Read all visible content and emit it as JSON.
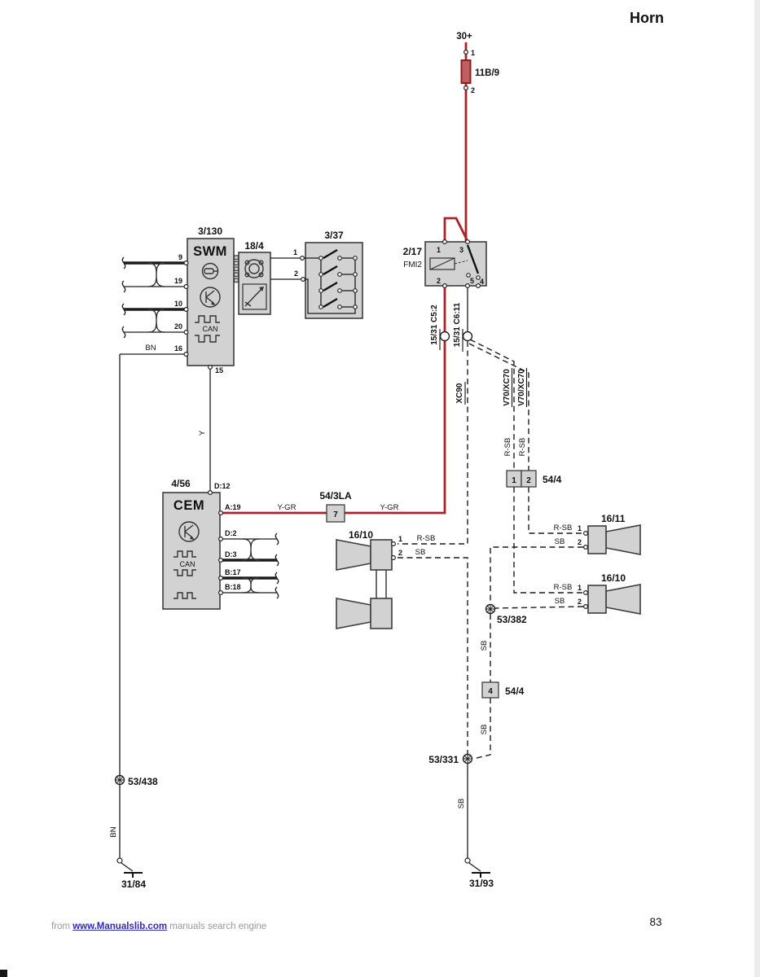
{
  "page": {
    "title": "Horn",
    "number": "83"
  },
  "footer": {
    "prefix": "from",
    "link": "www.Manualslib.com",
    "suffix": "manuals search engine"
  },
  "power": {
    "supply": "30+",
    "fuse_id": "11B/9",
    "pin1": "1",
    "pin2": "2"
  },
  "relay": {
    "id": "2/17",
    "name": "FMI2",
    "pin1": "1",
    "pin2": "2",
    "pin3": "3",
    "pin4": "4",
    "pin5": "5"
  },
  "swm": {
    "id": "3/130",
    "name": "SWM",
    "can_label": "CAN",
    "pin9": "9",
    "pin19": "19",
    "pin10": "10",
    "pin20": "20",
    "pin16": "16",
    "pin15": "15"
  },
  "clockspring": {
    "id": "18/4"
  },
  "horn_switch": {
    "id": "3/37",
    "pin1": "1",
    "pin2": "2"
  },
  "cem": {
    "id": "4/56",
    "name": "CEM",
    "can_label": "CAN",
    "pin_d12": "D:12",
    "pin_a19": "A:19",
    "pin_d2": "D:2",
    "pin_d3": "D:3",
    "pin_b17": "B:17",
    "pin_b18": "B:18"
  },
  "connectors": {
    "c52": "15/31 C5:2",
    "c611": "15/31 C6:11",
    "s54_3la": "54/3LA",
    "s54_3la_pin": "7",
    "s54_4": "54/4",
    "pin1": "1",
    "pin2": "2",
    "pin4": "4"
  },
  "wire_codes": {
    "y": "Y",
    "ygr": "Y-GR",
    "bn": "BN",
    "sb": "SB",
    "rsb": "R-SB"
  },
  "variants": {
    "xc90": "XC90",
    "v70xc70": "V70/XC70"
  },
  "horns": {
    "left_id": "16/10",
    "right_top_id": "16/11",
    "right_bottom_id": "16/10",
    "pin1": "1",
    "pin2": "2"
  },
  "splices": {
    "s438": "53/438",
    "s382": "53/382",
    "s331": "53/331"
  },
  "grounds": {
    "left": "31/84",
    "right": "31/93"
  },
  "colors": {
    "wire_red": "#a8232a",
    "block_fill": "#d2d2d2",
    "block_stroke": "#3d3d3d",
    "line_black": "#1c1c1c",
    "label_color": "#111111",
    "link_blue": "#2b2bb4",
    "footer_gray": "#999999",
    "page_bg": "#ffffff"
  }
}
